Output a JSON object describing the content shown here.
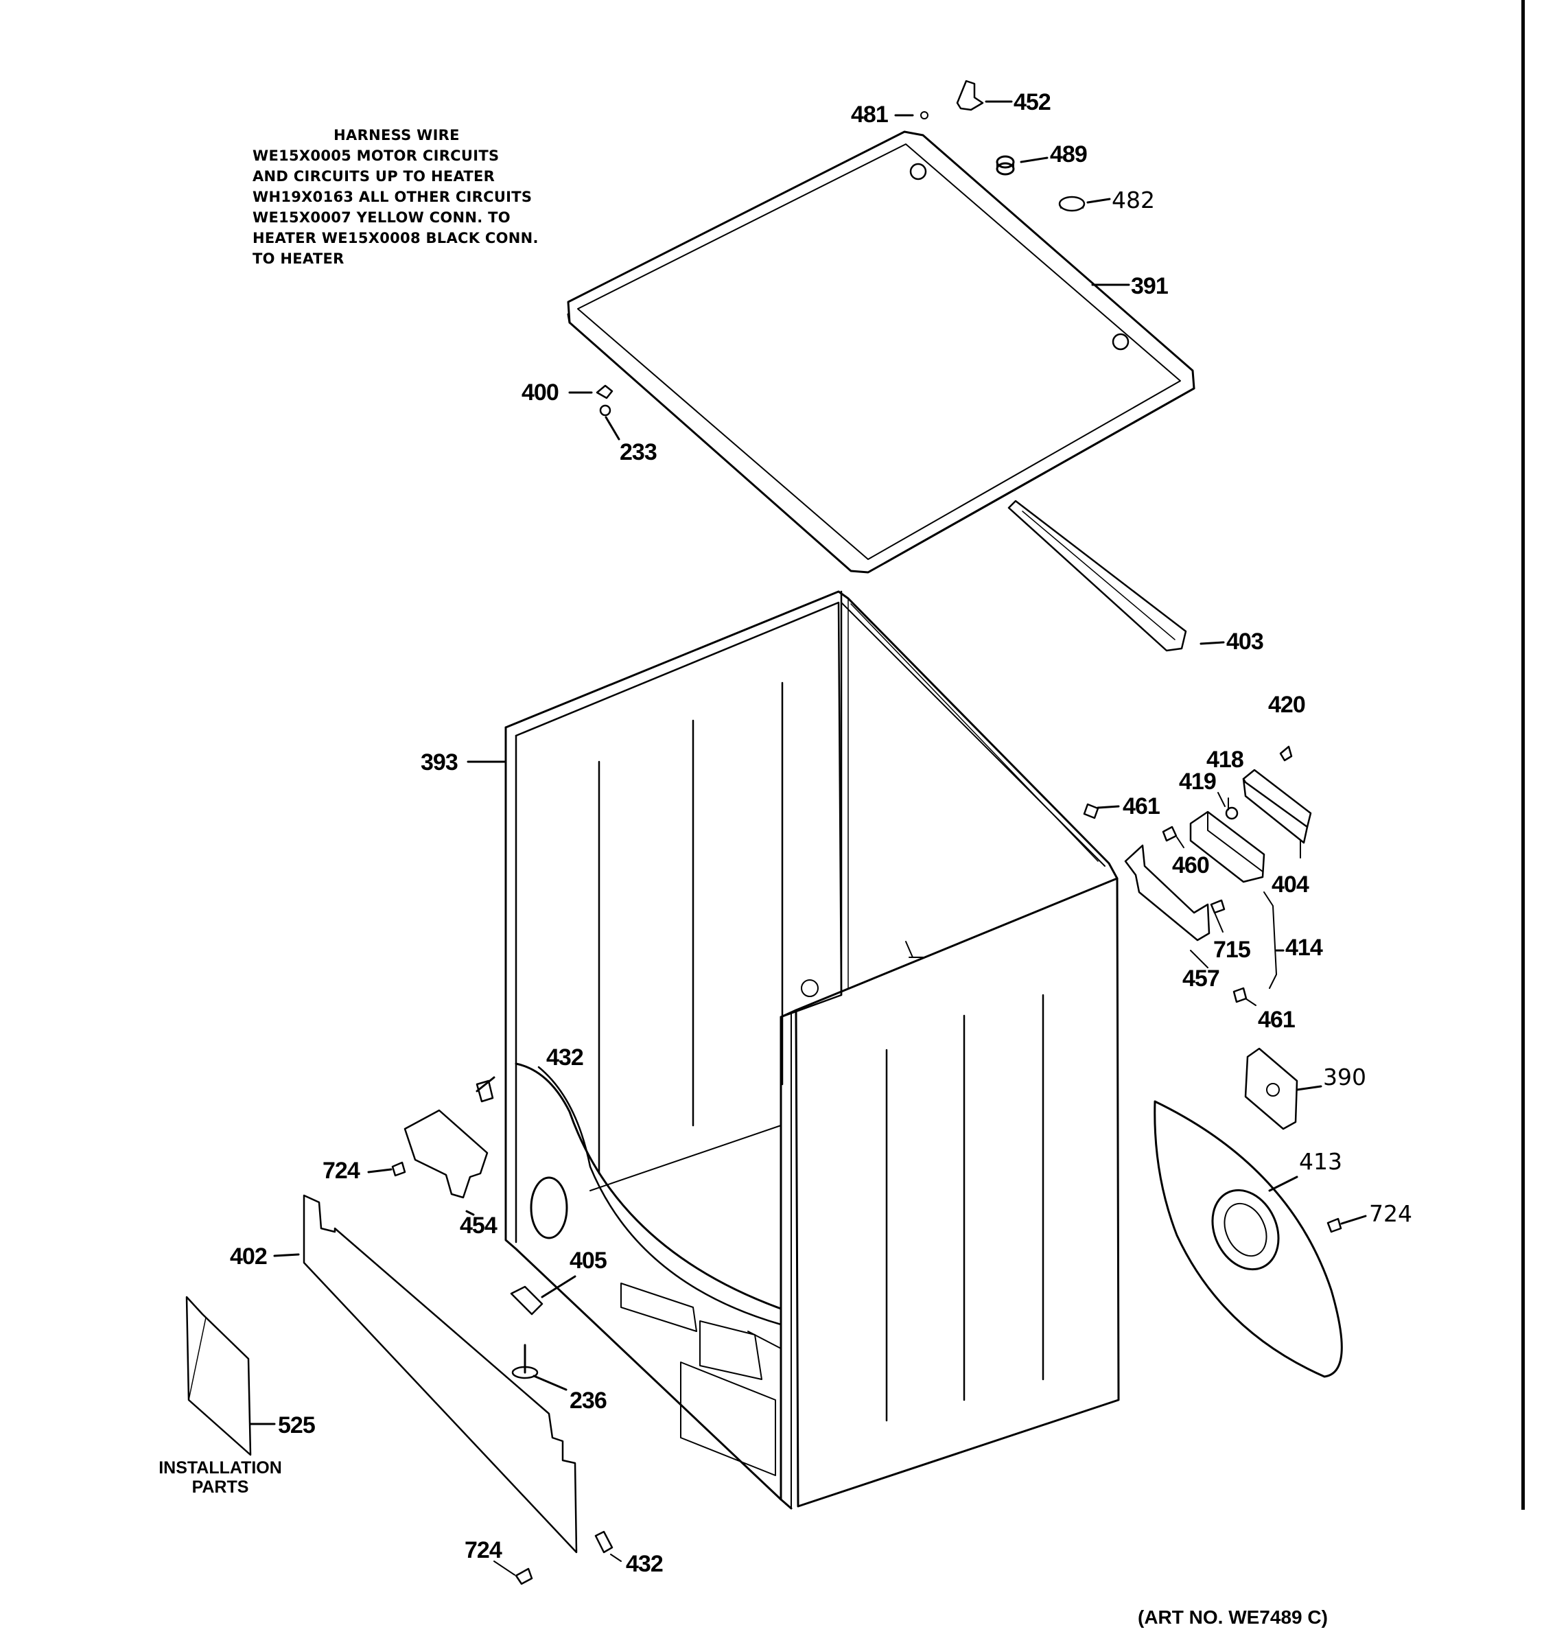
{
  "harness_note": {
    "title": "HARNESS WIRE",
    "lines": [
      "WE15X0005 MOTOR CIRCUITS",
      "AND CIRCUITS UP TO HEATER",
      "WH19X0163 ALL OTHER CIRCUITS",
      "WE15X0007 YELLOW CONN. TO",
      "HEATER WE15X0008 BLACK CONN.",
      "TO HEATER"
    ]
  },
  "installation_caption": [
    "INSTALLATION",
    "PARTS"
  ],
  "art_number": "(ART NO. WE7489 C)",
  "part_labels": {
    "p481": "481",
    "p452": "452",
    "p489": "489",
    "p482": "482",
    "p391": "391",
    "p400": "400",
    "p233": "233",
    "p403": "403",
    "p393": "393",
    "p420": "420",
    "p418": "418",
    "p419": "419",
    "p461a": "461",
    "p460": "460",
    "p404": "404",
    "p715": "715",
    "p414": "414",
    "p457": "457",
    "p461b": "461",
    "p390": "390",
    "p432a": "432",
    "p724a": "724",
    "p454": "454",
    "p413": "413",
    "p724b": "724",
    "p402": "402",
    "p405": "405",
    "p236": "236",
    "p525": "525",
    "p724c": "724",
    "p432b": "432"
  }
}
